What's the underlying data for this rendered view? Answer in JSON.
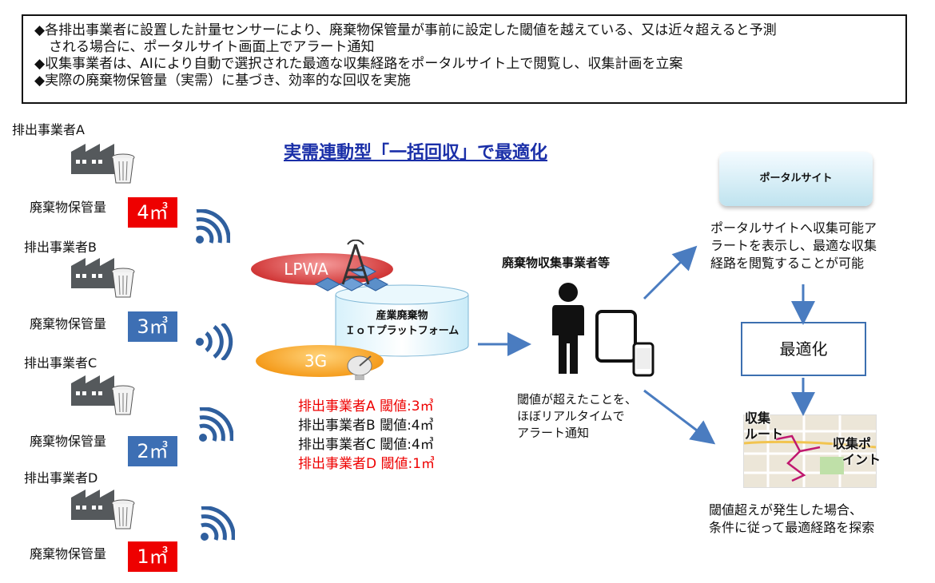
{
  "summary": {
    "line1": "◆各排出事業者に設置した計量センサーにより、廃棄物保管量が事前に設定した閾値を越えている、又は近々超えると予測",
    "line1b": "される場合に、ポータルサイト画面上でアラート通知",
    "line2": "◆収集事業者は、AIにより自動で選択された最適な収集経路をポータルサイト上で閲覧し、収集計画を立案",
    "line3": "◆実際の廃棄物保管量（実需）に基づき、効率的な回収を実施"
  },
  "title": "実需連動型「一括回収」で最適化",
  "dischargers": [
    {
      "name": "排出事業者A",
      "label": "廃棄物保管量",
      "volume": "4㎥",
      "color": "#ee0000"
    },
    {
      "name": "排出事業者B",
      "label": "廃棄物保管量",
      "volume": "3㎥",
      "color": "#3d6fb4"
    },
    {
      "name": "排出事業者C",
      "label": "廃棄物保管量",
      "volume": "2㎥",
      "color": "#3d6fb4"
    },
    {
      "name": "排出事業者D",
      "label": "廃棄物保管量",
      "volume": "1㎥",
      "color": "#ee0000"
    }
  ],
  "network": {
    "lpwa": "LPWA",
    "g3": "3G"
  },
  "platform": {
    "line1": "産業廃棄物",
    "line2": "ＩｏＴプラットフォーム"
  },
  "thresholds": [
    {
      "text": "排出事業者A 閾値:3㎥",
      "color": "#ee0000"
    },
    {
      "text": "排出事業者B 閾値:4㎥",
      "color": "#111111"
    },
    {
      "text": "排出事業者C 閾値:4㎥",
      "color": "#111111"
    },
    {
      "text": "排出事業者D 閾値:1㎥",
      "color": "#ee0000"
    }
  ],
  "collector": {
    "title": "廃棄物収集事業者等",
    "note1": "閾値が超えたことを、",
    "note2": "ほぼリアルタイムで",
    "note3": "アラート通知"
  },
  "portal": {
    "box": "ポータルサイト",
    "desc1": "ポータルサイトへ収集可能ア",
    "desc2": "ラートを表示し、最適な収集",
    "desc3": "経路を閲覧することが可能"
  },
  "optimize": "最適化",
  "map": {
    "route1": "収集",
    "route2": "ルート",
    "point1": "収集ポ",
    "point2": "イント"
  },
  "bottom": {
    "line1": "閾値超えが発生した場合、",
    "line2": "条件に従って最適経路を探索"
  },
  "colors": {
    "alert": "#ee0000",
    "blue": "#3d6fb4",
    "title": "#1a2fa8"
  }
}
